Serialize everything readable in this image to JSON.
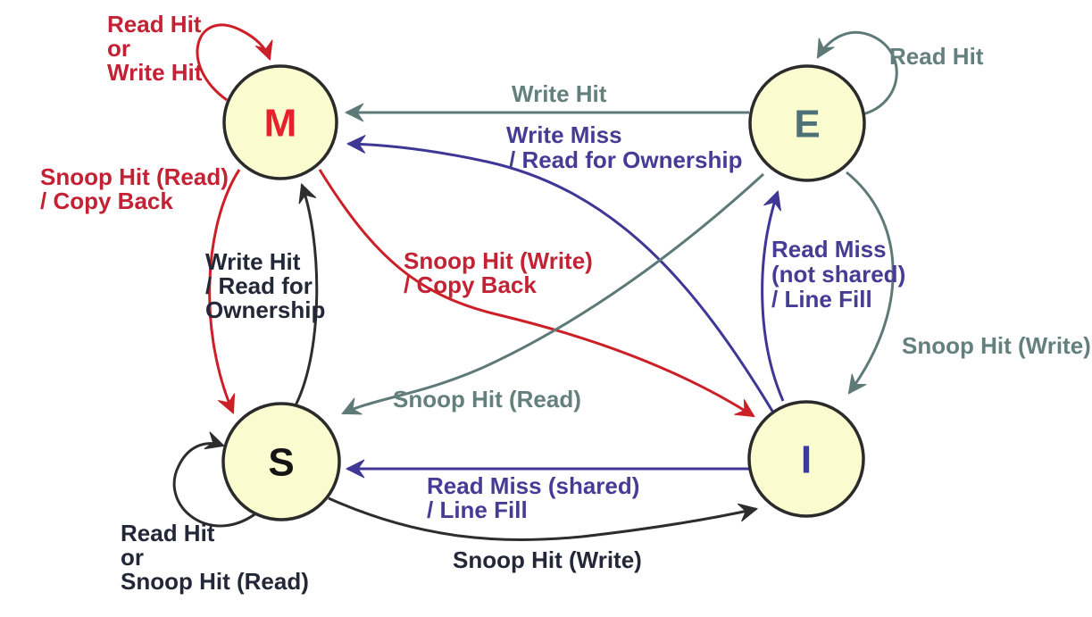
{
  "diagram": {
    "type": "state-diagram",
    "subject": "MESI cache coherence protocol",
    "colors": {
      "red": "#cc1f27",
      "slate": "#5e7a78",
      "purple": "#3f3795",
      "black": "#2d2d2d",
      "state_fill": "#fbfbd0",
      "state_stroke": "#2b2b2b"
    },
    "states": [
      {
        "id": "M",
        "label": "M",
        "letter_color": "#e8202c"
      },
      {
        "id": "E",
        "label": "E",
        "letter_color": "#4d7177"
      },
      {
        "id": "S",
        "label": "S",
        "letter_color": "#141414"
      },
      {
        "id": "I",
        "label": "I",
        "letter_color": "#3a3aa0"
      }
    ],
    "transitions": [
      {
        "from": "M",
        "to": "M",
        "color": "#cc1f27",
        "label": "Read Hit or Write Hit",
        "lines": [
          "Read Hit",
          "or",
          "Write Hit"
        ]
      },
      {
        "from": "E",
        "to": "E",
        "color": "#5e7a78",
        "label": "Read Hit",
        "lines": [
          "Read Hit"
        ]
      },
      {
        "from": "S",
        "to": "S",
        "color": "#2d2d2d",
        "label": "Read Hit or Snoop Hit (Read)",
        "lines": [
          "Read Hit",
          "or",
          "Snoop Hit (Read)"
        ]
      },
      {
        "from": "E",
        "to": "M",
        "color": "#5e7a78",
        "label": "Write Hit",
        "lines": [
          "Write Hit"
        ]
      },
      {
        "from": "I",
        "to": "M",
        "color": "#3f3795",
        "label": "Write Miss / Read for Ownership",
        "lines": [
          "Write Miss",
          "/ Read for Ownership"
        ]
      },
      {
        "from": "M",
        "to": "S",
        "color": "#cc1f27",
        "label": "Snoop Hit (Read) / Copy Back",
        "lines": [
          "Snoop Hit (Read)",
          "/ Copy Back"
        ]
      },
      {
        "from": "S",
        "to": "M",
        "color": "#2d2d2d",
        "label": "Write Hit / Read for Ownership",
        "lines": [
          "Write Hit",
          "/ Read for",
          "Ownership"
        ]
      },
      {
        "from": "M",
        "to": "I",
        "color": "#cc1f27",
        "label": "Snoop Hit (Write) / Copy Back",
        "lines": [
          "Snoop Hit (Write)",
          "/ Copy Back"
        ]
      },
      {
        "from": "E",
        "to": "S",
        "color": "#5e7a78",
        "label": "Snoop Hit (Read)",
        "lines": [
          "Snoop Hit (Read)"
        ]
      },
      {
        "from": "I",
        "to": "E",
        "color": "#3f3795",
        "label": "Read Miss (not shared) / Line Fill",
        "lines": [
          "Read Miss",
          "(not shared)",
          "/ Line Fill"
        ]
      },
      {
        "from": "E",
        "to": "I",
        "color": "#5e7a78",
        "label": "Snoop Hit (Write)",
        "lines": [
          "Snoop Hit (Write)"
        ]
      },
      {
        "from": "I",
        "to": "S",
        "color": "#3f3795",
        "label": "Read Miss (shared) / Line Fill",
        "lines": [
          "Read Miss (shared)",
          "/ Line Fill"
        ]
      },
      {
        "from": "S",
        "to": "I",
        "color": "#2d2d2d",
        "label": "Snoop Hit (Write)",
        "lines": [
          "Snoop Hit (Write)"
        ]
      }
    ]
  }
}
